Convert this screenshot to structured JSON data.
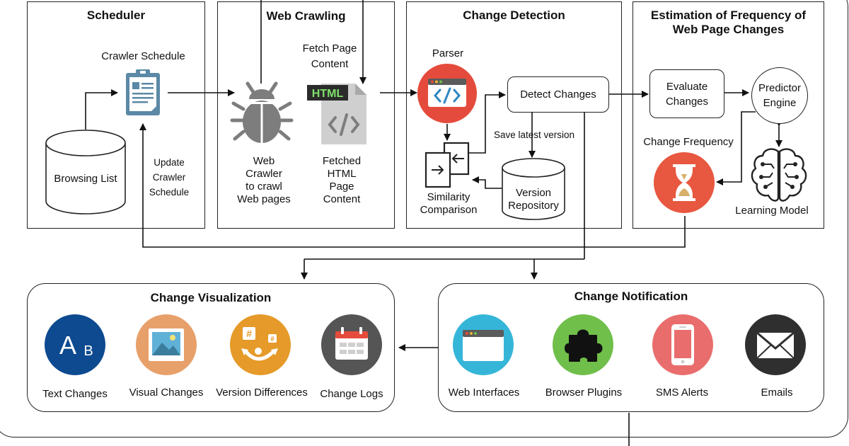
{
  "sections": {
    "scheduler": {
      "title": "Scheduler",
      "crawler_schedule": "Crawler Schedule",
      "browsing_list": "Browsing List",
      "update_label": [
        "Update",
        "Crawler",
        "Schedule"
      ]
    },
    "web_crawling": {
      "title": "Web Crawling",
      "fetch_label": [
        "Fetch Page",
        "Content"
      ],
      "html_badge": "HTML",
      "crawler_label": [
        "Web",
        "Crawler",
        "to crawl",
        "Web pages"
      ],
      "fetched_label": [
        "Fetched",
        "HTML",
        "Page",
        "Content"
      ]
    },
    "change_detection": {
      "title": "Change Detection",
      "parser": "Parser",
      "detect_changes": "Detect Changes",
      "save_latest": "Save latest version",
      "similarity_label": [
        "Similarity",
        "Comparison"
      ],
      "version_repo": [
        "Version",
        "Repository"
      ]
    },
    "estimation": {
      "title": [
        "Estimation of Frequency of",
        "Web Page Changes"
      ],
      "evaluate": [
        "Evaluate",
        "Changes"
      ],
      "predictor": [
        "Predictor",
        "Engine"
      ],
      "change_frequency": "Change Frequency",
      "learning_model": "Learning Model"
    },
    "visualization": {
      "title": "Change Visualization",
      "ab_a": "A",
      "ab_b": "B",
      "items": [
        "Text Changes",
        "Visual Changes",
        "Version Differences",
        "Change Logs"
      ]
    },
    "notification": {
      "title": "Change Notification",
      "items": [
        "Web Interfaces",
        "Browser Plugins",
        "SMS Alerts",
        "Emails"
      ]
    }
  },
  "colors": {
    "icon_blue": "#5b89a6",
    "icon_grey": "#7d7d7d",
    "parser_red": "#e54b3c",
    "html_green": "#2b2b2b",
    "hourglass_orange": "#e8573f",
    "text_changes_blue": "#0d4a90",
    "visual_changes_tan": "#e8a06a",
    "version_diff_orange": "#e59a29",
    "change_logs_grey": "#555555",
    "web_interfaces_cyan": "#35b6d8",
    "plugins_green": "#6fbf4a",
    "sms_red": "#e96d6d",
    "emails_dark": "#2f2f2f"
  },
  "icons": [
    "clipboard-icon",
    "database-icon",
    "bug-icon",
    "html-file-icon",
    "parser-icon",
    "similarity-icon",
    "hourglass-icon",
    "brain-icon",
    "text-ab-icon",
    "image-icon",
    "version-diff-icon",
    "calendar-icon",
    "browser-window-icon",
    "puzzle-icon",
    "smartphone-icon",
    "envelope-icon"
  ]
}
